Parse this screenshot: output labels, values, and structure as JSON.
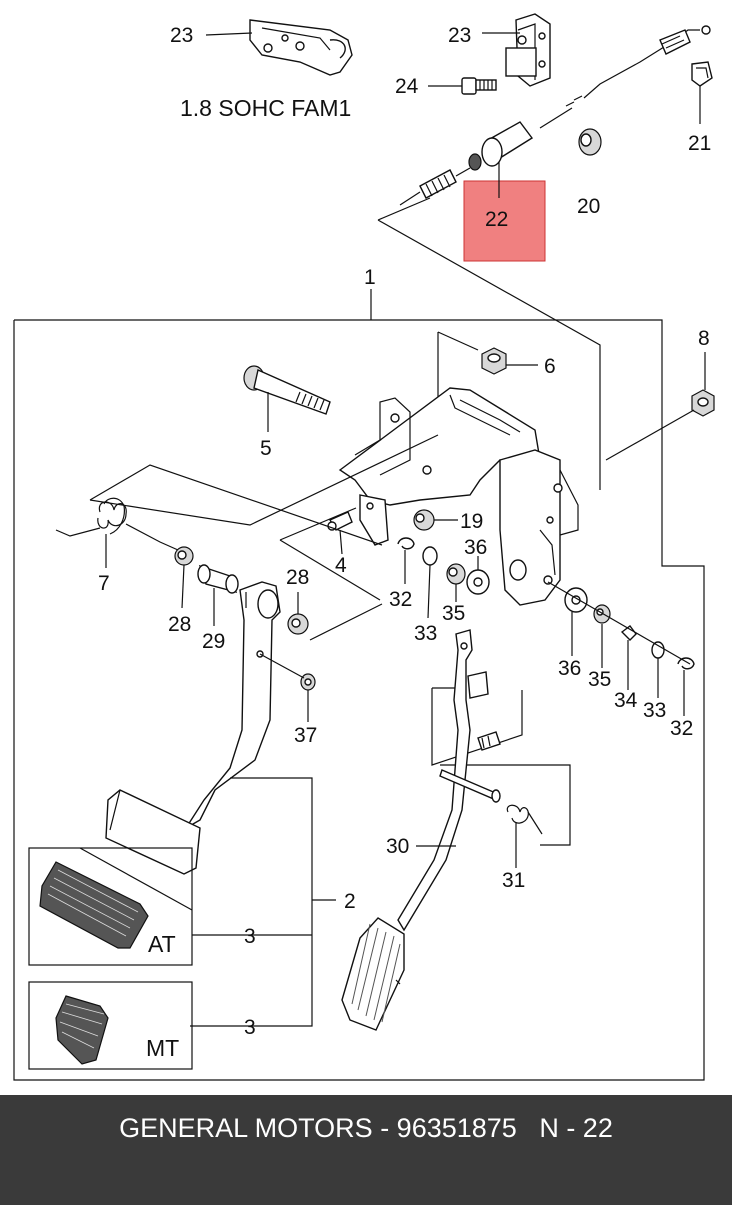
{
  "diagram": {
    "caption": "1.8 SOHC FAM1",
    "highlight_color": "#f08080",
    "highlighted_label": "22",
    "callouts": [
      "23",
      "23",
      "24",
      "21",
      "22",
      "20",
      "1",
      "8",
      "6",
      "5",
      "19",
      "7",
      "4",
      "36",
      "28",
      "32",
      "33",
      "35",
      "28",
      "29",
      "36",
      "35",
      "34",
      "33",
      "32",
      "37",
      "30",
      "31",
      "2",
      "3",
      "3"
    ],
    "variants": [
      "AT",
      "MT"
    ]
  },
  "footer": {
    "text": "GENERAL MOTORS - 96351875   N - 22",
    "background": "#3a3a3a",
    "text_color": "#ffffff"
  }
}
